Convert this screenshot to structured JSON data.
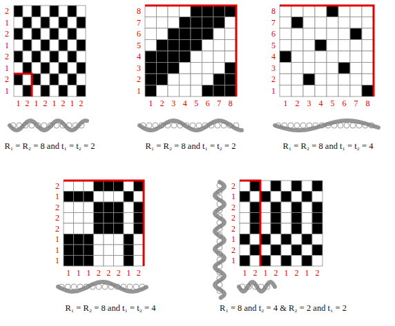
{
  "diagram": {
    "labels": [
      "2",
      "1",
      "2",
      "1",
      "2",
      "1",
      "2",
      "1",
      "1",
      "2",
      "1",
      "2",
      "1",
      "2",
      "1",
      "2",
      "R₁ = R₂ = 8 and t₁ = t₂ = 2",
      "8",
      "7",
      "6",
      "5",
      "4",
      "3",
      "2",
      "1",
      "1",
      "2",
      "3",
      "4",
      "5",
      "6",
      "7",
      "8",
      "R₁ = R₂ = 8 and t₁ = t₂ = 2",
      "8",
      "7",
      "6",
      "5",
      "4",
      "3",
      "2",
      "1",
      "1",
      "2",
      "3",
      "4",
      "5",
      "6",
      "7",
      "8",
      "R₁ = R₂ = 8 and t₁ = t₂ = 4",
      "2",
      "1",
      "2",
      "2",
      "2",
      "1",
      "1",
      "1",
      "1",
      "1",
      "1",
      "2",
      "2",
      "2",
      "1",
      "2",
      "R₁ = R₂ = 8 and t₁ = t₂ = 4",
      "2",
      "1",
      "2",
      "2",
      "2",
      "1",
      "2",
      "1",
      "1",
      "2",
      "1",
      "2",
      "1",
      "2",
      "1",
      "2",
      "R₁ = 8 and t₂ = 4 & R₂ = 2 and t₁ = 2"
    ]
  }
}
